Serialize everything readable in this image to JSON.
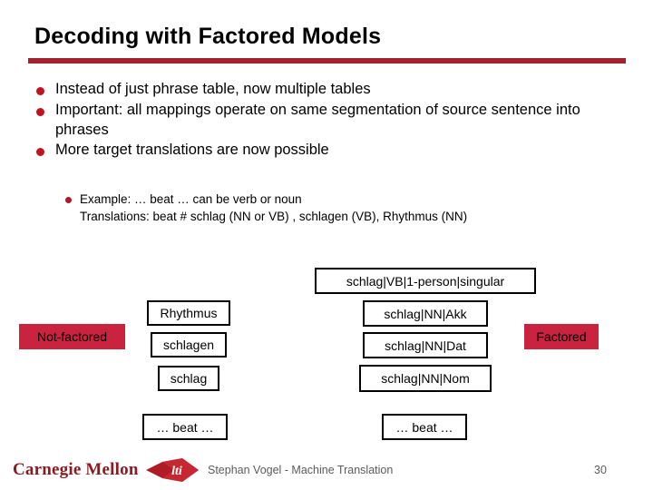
{
  "slide": {
    "title": "Decoding with Factored Models",
    "accent_color": "#A3222F",
    "bullet_color": "#C1121F",
    "tag_color": "#C9233F"
  },
  "bullets": [
    {
      "text": "Instead of just phrase table, now multiple tables"
    },
    {
      "text": "Important: all mappings operate on same segmentation of source sentence into phrases"
    },
    {
      "text": "More target translations are now possible"
    }
  ],
  "subbullets": {
    "line1": "Example: … beat …  can be verb or noun",
    "line2": "Translations:  beat # schlag (NN or VB) , schlagen (VB), Rhythmus (NN)"
  },
  "diagram": {
    "left_tag": "Not-factored",
    "right_tag": "Factored",
    "not_factored_nodes": [
      "Rhythmus",
      "schlagen",
      "schlag"
    ],
    "not_factored_source": "… beat …",
    "factored_nodes": [
      "schlag|VB|1-person|singular",
      "schlag|NN|Akk",
      "schlag|NN|Dat",
      "schlag|NN|Nom"
    ],
    "factored_source": "… beat …"
  },
  "footer": {
    "logo_text": "Carnegie Mellon",
    "logo_mark_label": "lti",
    "center_text": "Stephan Vogel - Machine Translation",
    "page_number": "30"
  }
}
